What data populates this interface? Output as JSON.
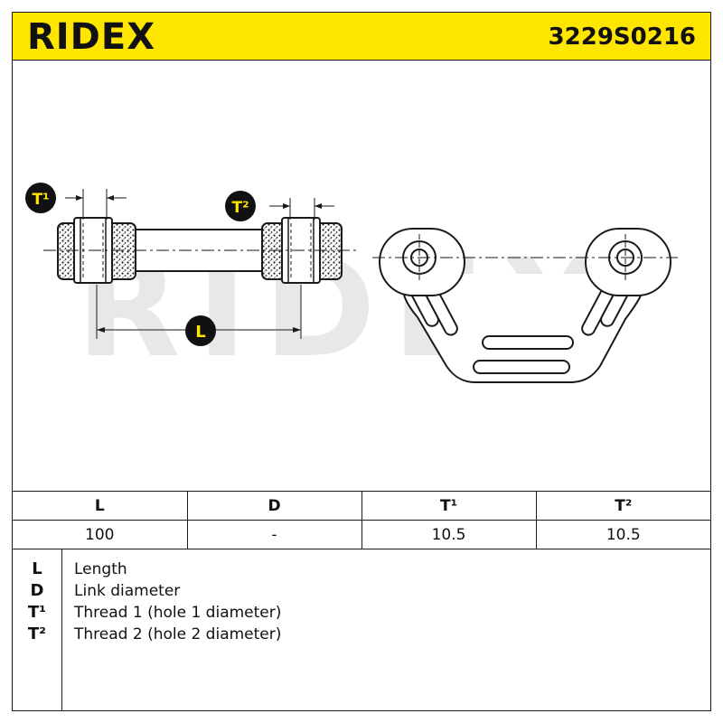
{
  "header": {
    "brand": "RIDEX",
    "part_number": "3229S0216"
  },
  "drawing": {
    "watermark": "RIDEX",
    "callouts": {
      "t1": "T¹",
      "t2": "T²",
      "l": "L"
    }
  },
  "specs_table": {
    "headers": [
      "L",
      "D",
      "T¹",
      "T²"
    ],
    "values": [
      "100",
      "-",
      "10.5",
      "10.5"
    ]
  },
  "legend": {
    "items": [
      {
        "key": "L",
        "desc": "Length"
      },
      {
        "key": "D",
        "desc": "Link diameter"
      },
      {
        "key": "T¹",
        "desc": "Thread 1 (hole 1 diameter)"
      },
      {
        "key": "T²",
        "desc": "Thread 2 (hole 2 diameter)"
      }
    ]
  },
  "colors": {
    "header_bg": "#ffe600",
    "callout_bg": "#111111",
    "callout_text": "#ffe600",
    "line": "#1a1a1a"
  }
}
